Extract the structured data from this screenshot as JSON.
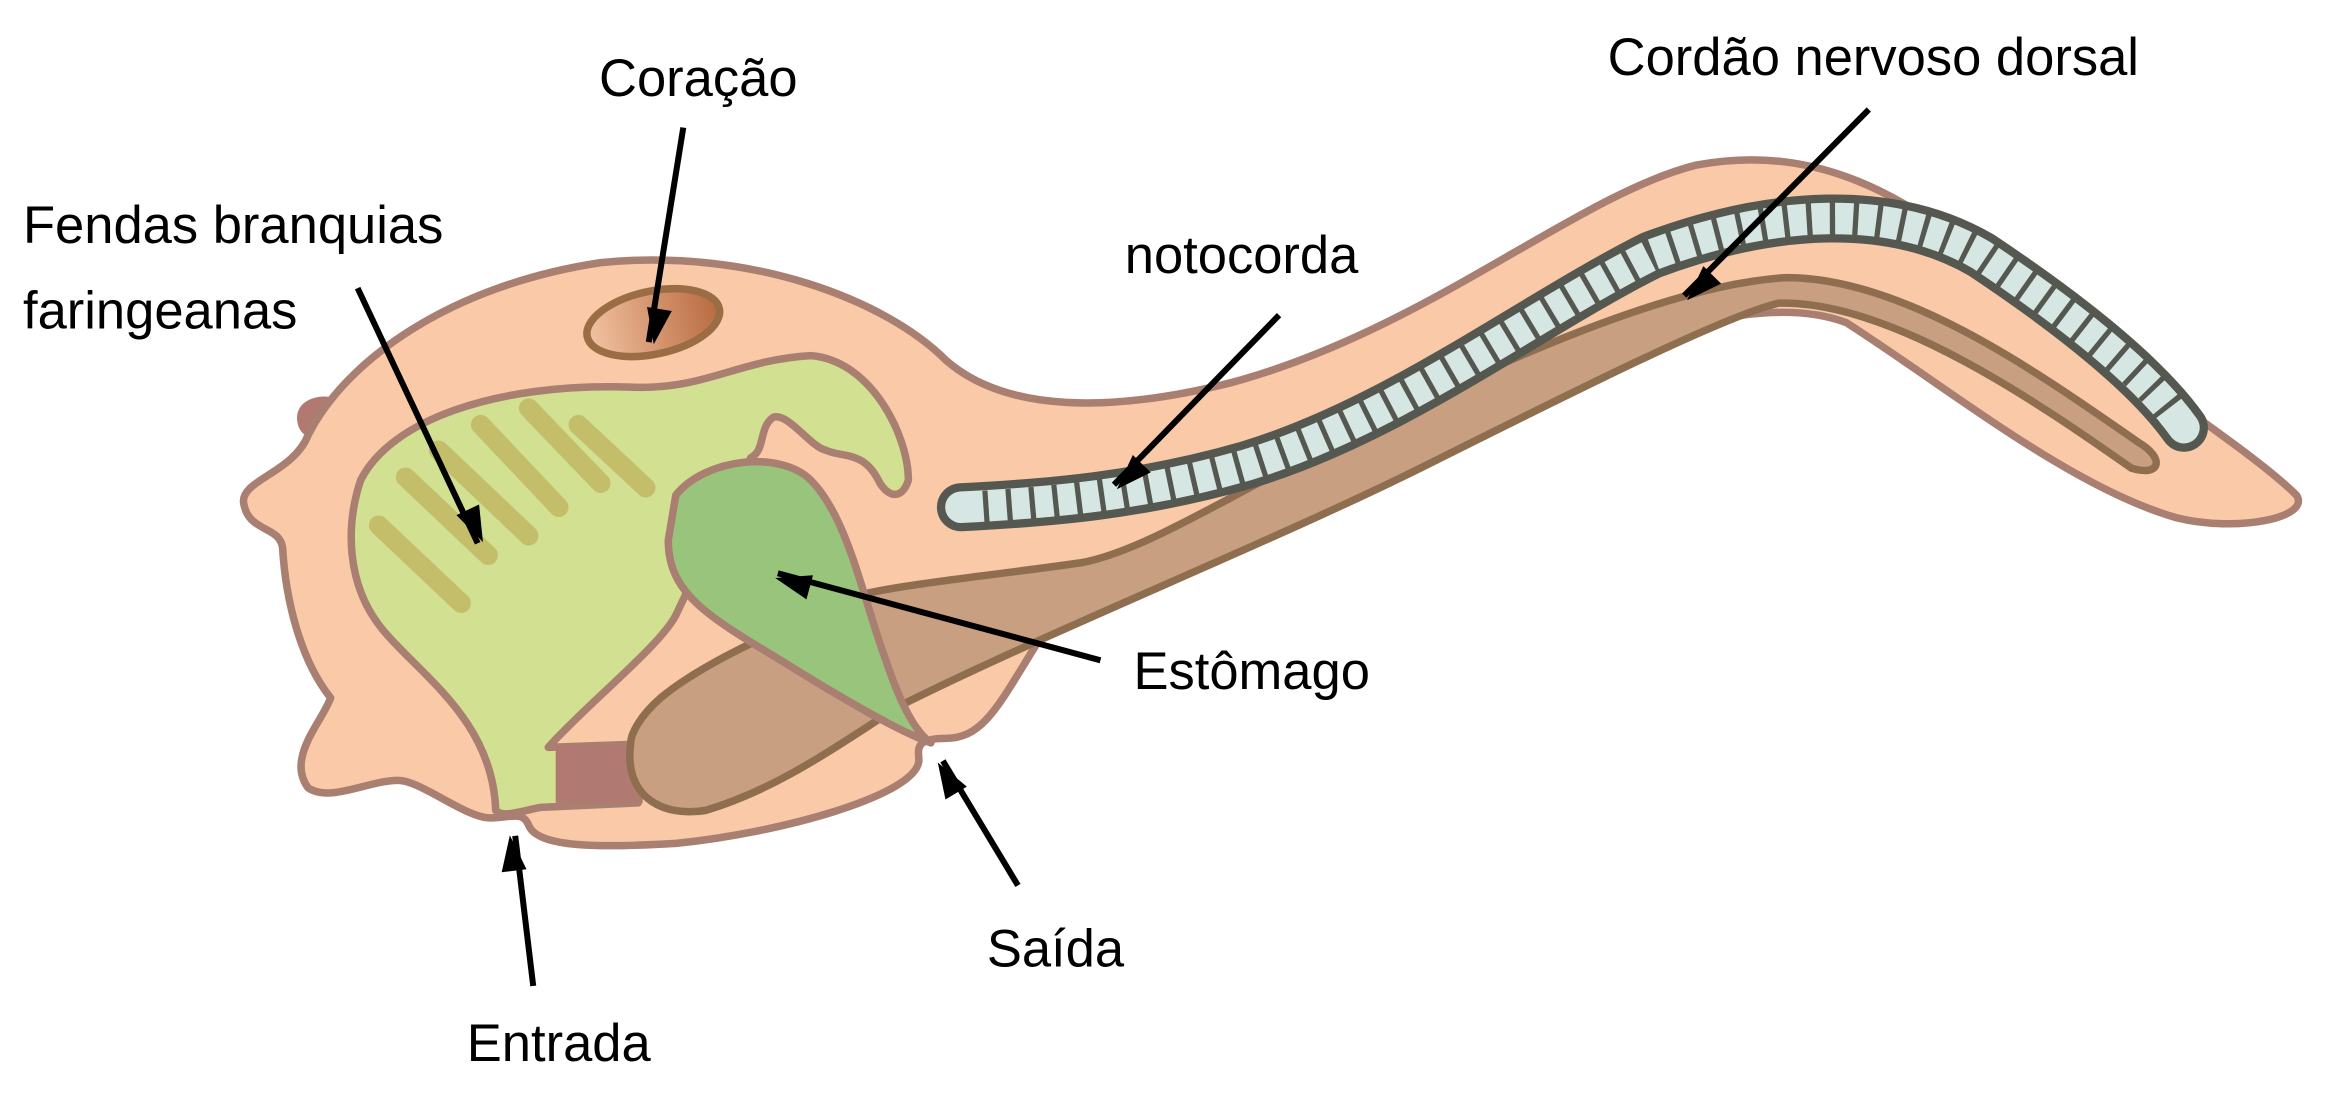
{
  "title": "Anatomia de um cordado",
  "labels": {
    "heart": "Coração",
    "gill_slits_line1": "Fendas branquias",
    "gill_slits_line2": "faringeanas",
    "notochord": "notocorda",
    "nerve_cord": "Cordão nervoso dorsal",
    "stomach": "Estômago",
    "exit": "Saída",
    "entry": "Entrada"
  },
  "colors": {
    "body": "#f9c9a8",
    "outline": "#a97f72",
    "pharynx": "#d2e092",
    "gill_slit": "#c4bd6a",
    "stomach": "#99c47b",
    "intestine": "#c89f80",
    "intestine_outline": "#8f6e50",
    "notochord_outline": "#555850",
    "notochord_fill": "#d6e6e2",
    "mouth": "#b07a72",
    "heart": "#b86e48"
  }
}
